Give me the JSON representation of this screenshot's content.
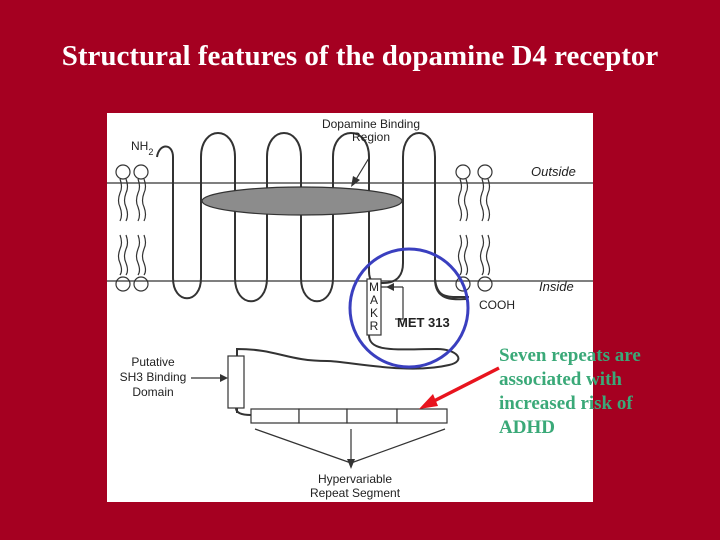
{
  "slide": {
    "title": "Structural features of the dopamine D4 receptor",
    "annotation_lines": [
      "Seven repeats are",
      "associated with",
      "increased risk of",
      "ADHD"
    ]
  },
  "diagram": {
    "nh2": "NH",
    "nh2_sub": "2",
    "binding_line1": "Dopamine Binding",
    "binding_line2": "Region",
    "outside": "Outside",
    "inside": "Inside",
    "makr": [
      "M",
      "A",
      "K",
      "R"
    ],
    "met": "MET 313",
    "cooh": "COOH",
    "sh3_line1": "Putative",
    "sh3_line2": "SH3 Binding",
    "sh3_line3": "Domain",
    "hyper_line1": "Hypervariable",
    "hyper_line2": "Repeat Segment"
  },
  "colors": {
    "background": "#a50021",
    "title_text": "#ffffff",
    "annotation_text": "#3aa978",
    "highlight_circle": "#3a3fbf",
    "pointer_arrow": "#e8141e",
    "binding_region": "#8c8c8c"
  }
}
